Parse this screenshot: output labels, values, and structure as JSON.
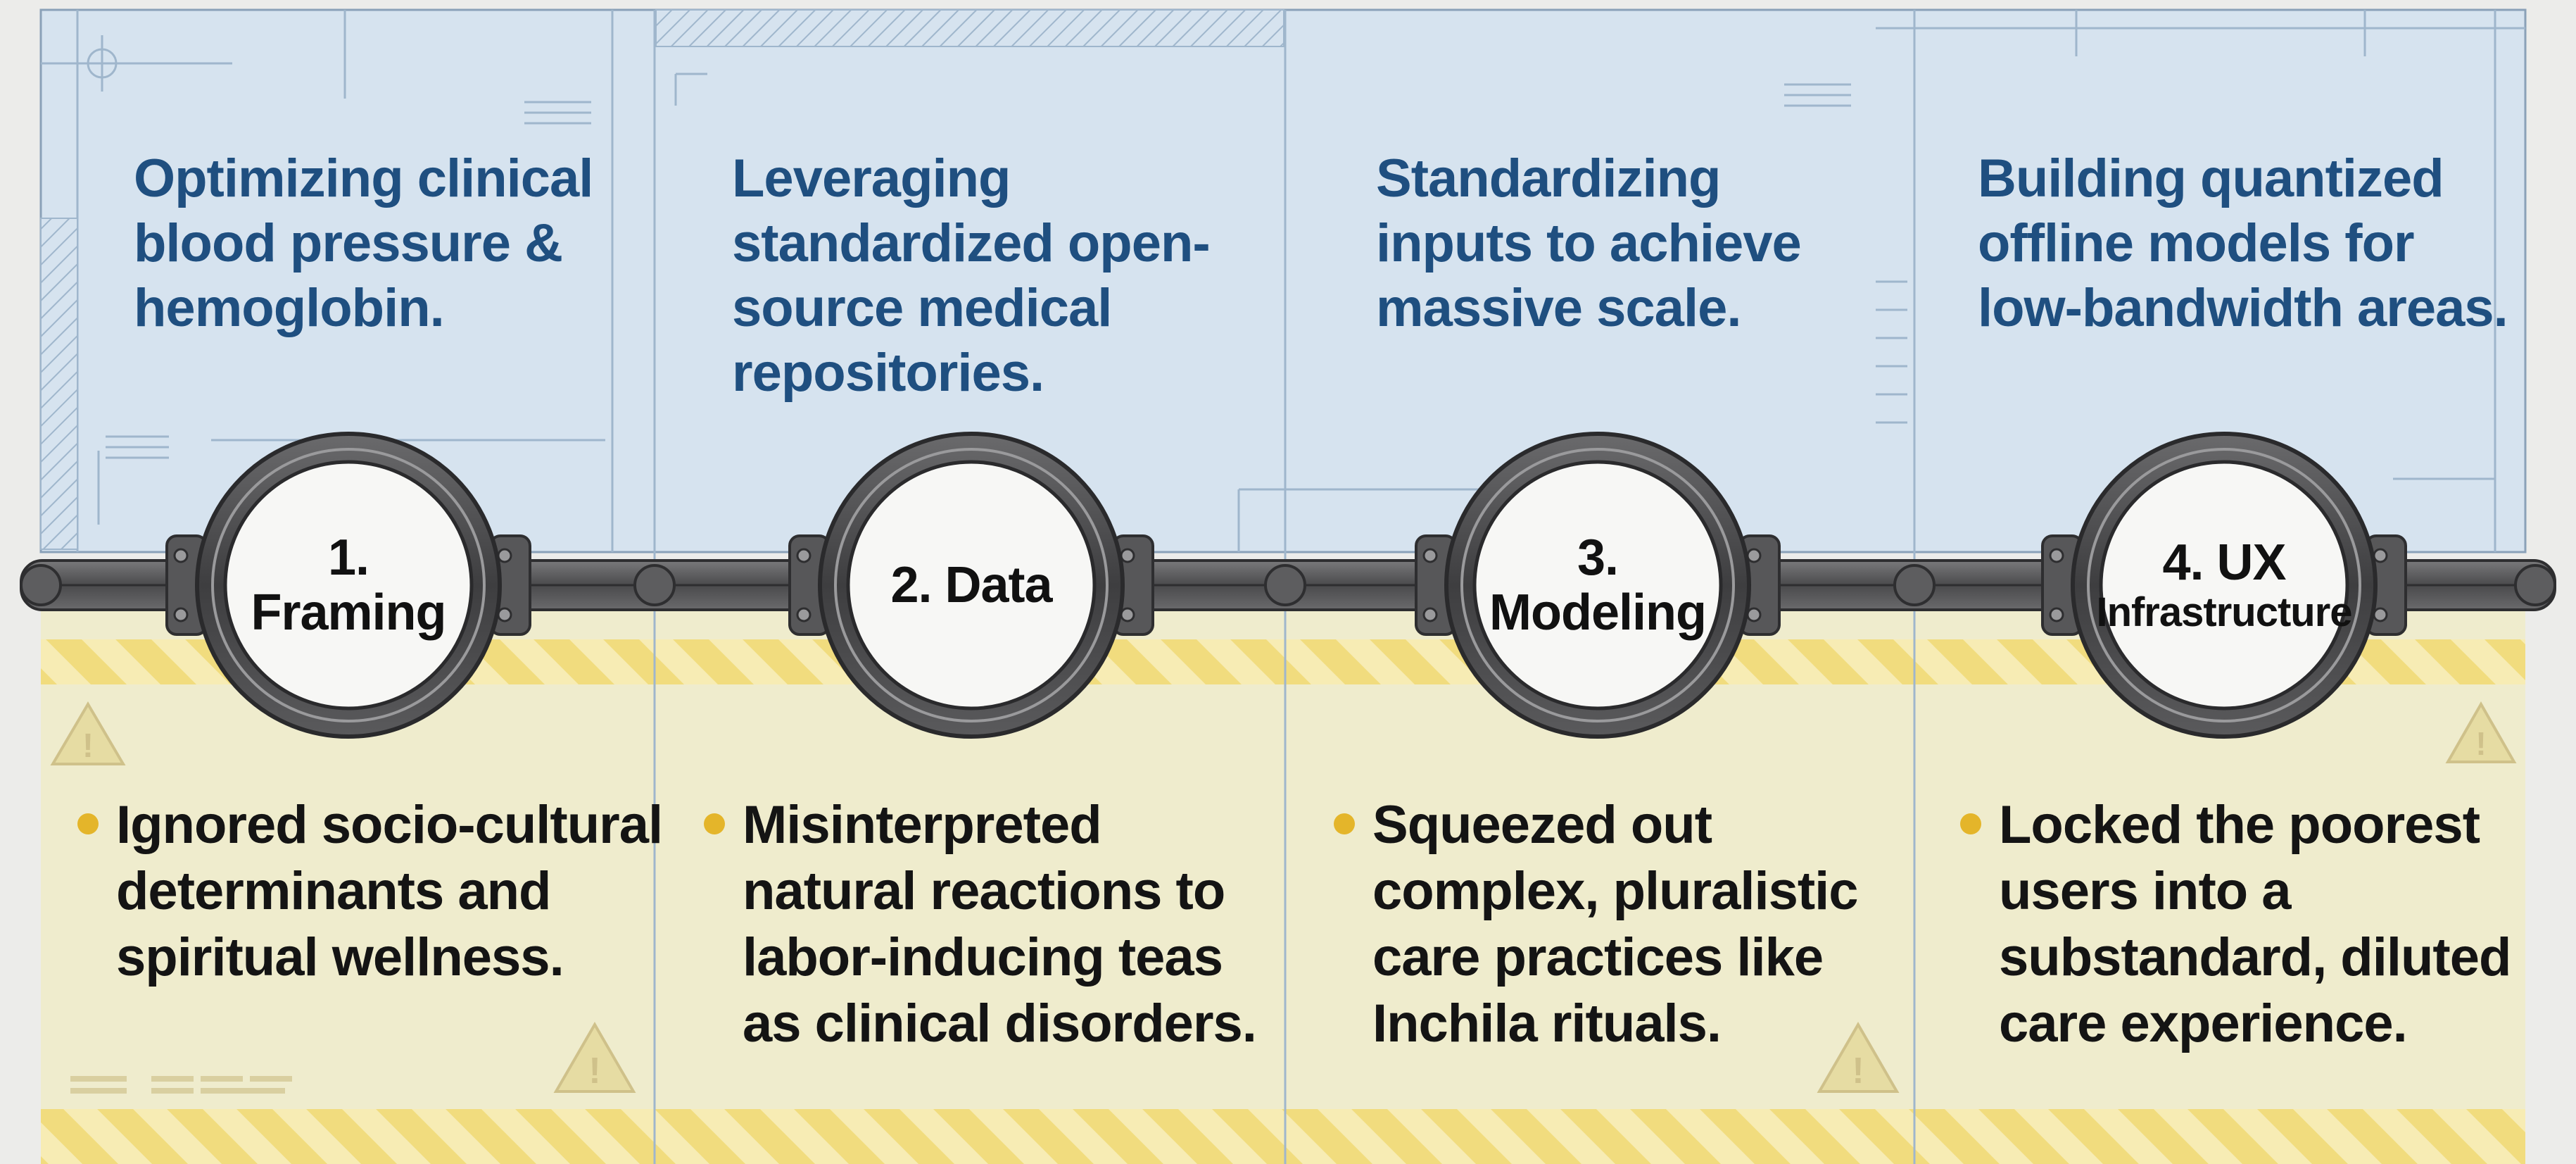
{
  "colors": {
    "top_panel": "#d6e3ef",
    "bottom_panel": "#efeccd",
    "hazard_yellow": "#f0d467",
    "title_blue": "#1f4f80",
    "metal": "#4d4d4f",
    "bullet": "#e4b52a"
  },
  "stages": [
    {
      "label_line1": "1. Framing",
      "label_line2": "",
      "goal": [
        "Optimizing clinical",
        "blood pressure &",
        "hemoglobin."
      ],
      "harm": [
        "Ignored socio-cultural",
        "determinants and",
        "spiritual wellness."
      ]
    },
    {
      "label_line1": "2. Data",
      "label_line2": "",
      "goal": [
        "Leveraging",
        "standardized open-",
        "source medical",
        "repositories."
      ],
      "harm": [
        "Misinterpreted",
        "natural reactions to",
        "labor-inducing teas",
        "as clinical disorders."
      ]
    },
    {
      "label_line1": "3. Modeling",
      "label_line2": "",
      "goal": [
        "Standardizing",
        "inputs to achieve",
        "massive scale."
      ],
      "harm": [
        "Squeezed out",
        "complex, pluralistic",
        "care practices like",
        "Inchila rituals."
      ]
    },
    {
      "label_line1": "4. UX",
      "label_line2": "Infrastructure",
      "goal": [
        "Building quantized",
        "offline models for",
        "low-bandwidth areas."
      ],
      "harm": [
        "Locked the poorest",
        "users into a",
        "substandard, diluted",
        "care experience."
      ]
    }
  ]
}
